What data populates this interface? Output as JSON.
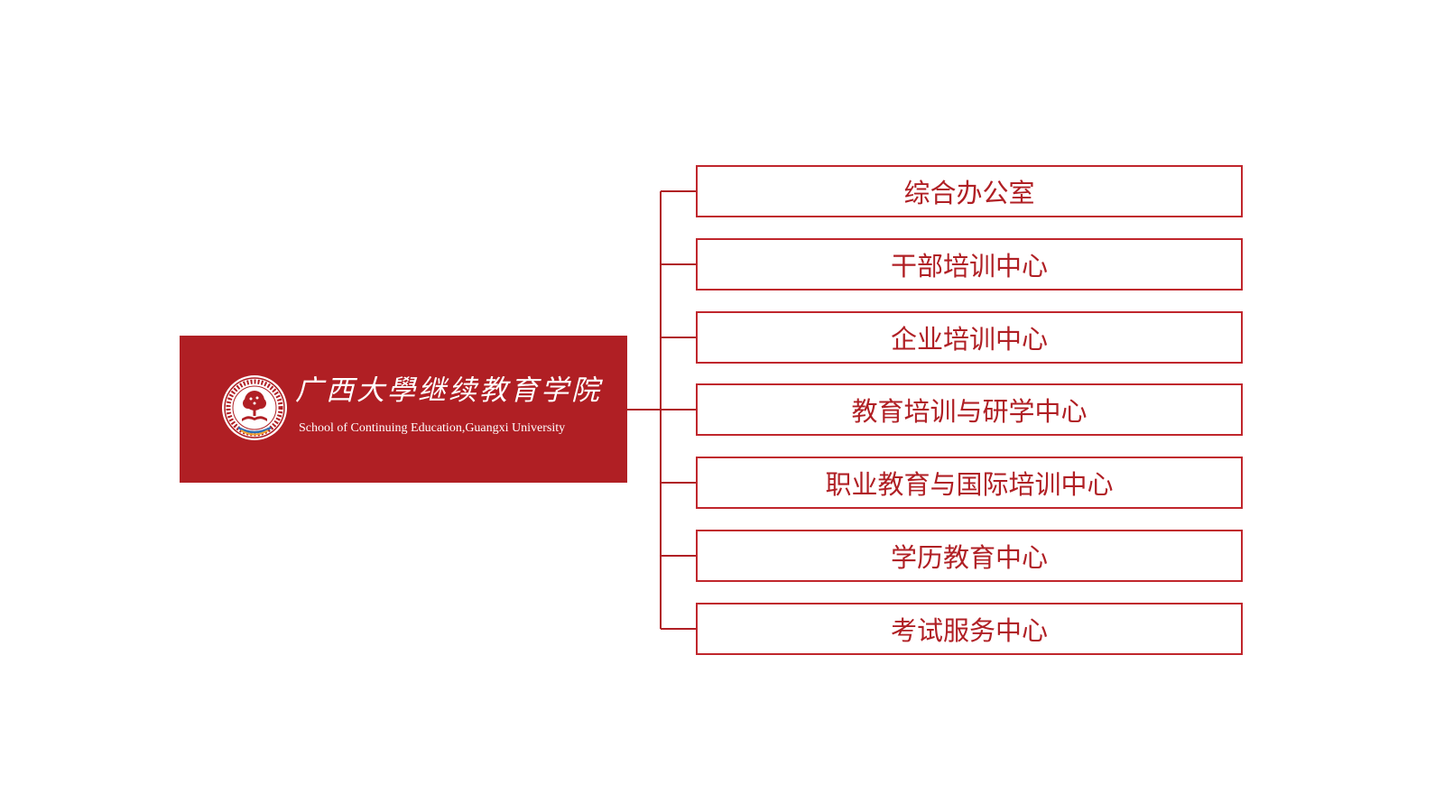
{
  "root": {
    "name_cn": "广西大學继续教育学院",
    "name_en": "School of Continuing Education,Guangxi University"
  },
  "departments": [
    "综合办公室",
    "干部培训中心",
    "企业培训中心",
    "教育培训与研学中心",
    "职业教育与国际培训中心",
    "学历教育中心",
    "考试服务中心"
  ],
  "colors": {
    "brand_red": "#b01f24",
    "border_red": "#c0262c",
    "background": "#ffffff"
  }
}
